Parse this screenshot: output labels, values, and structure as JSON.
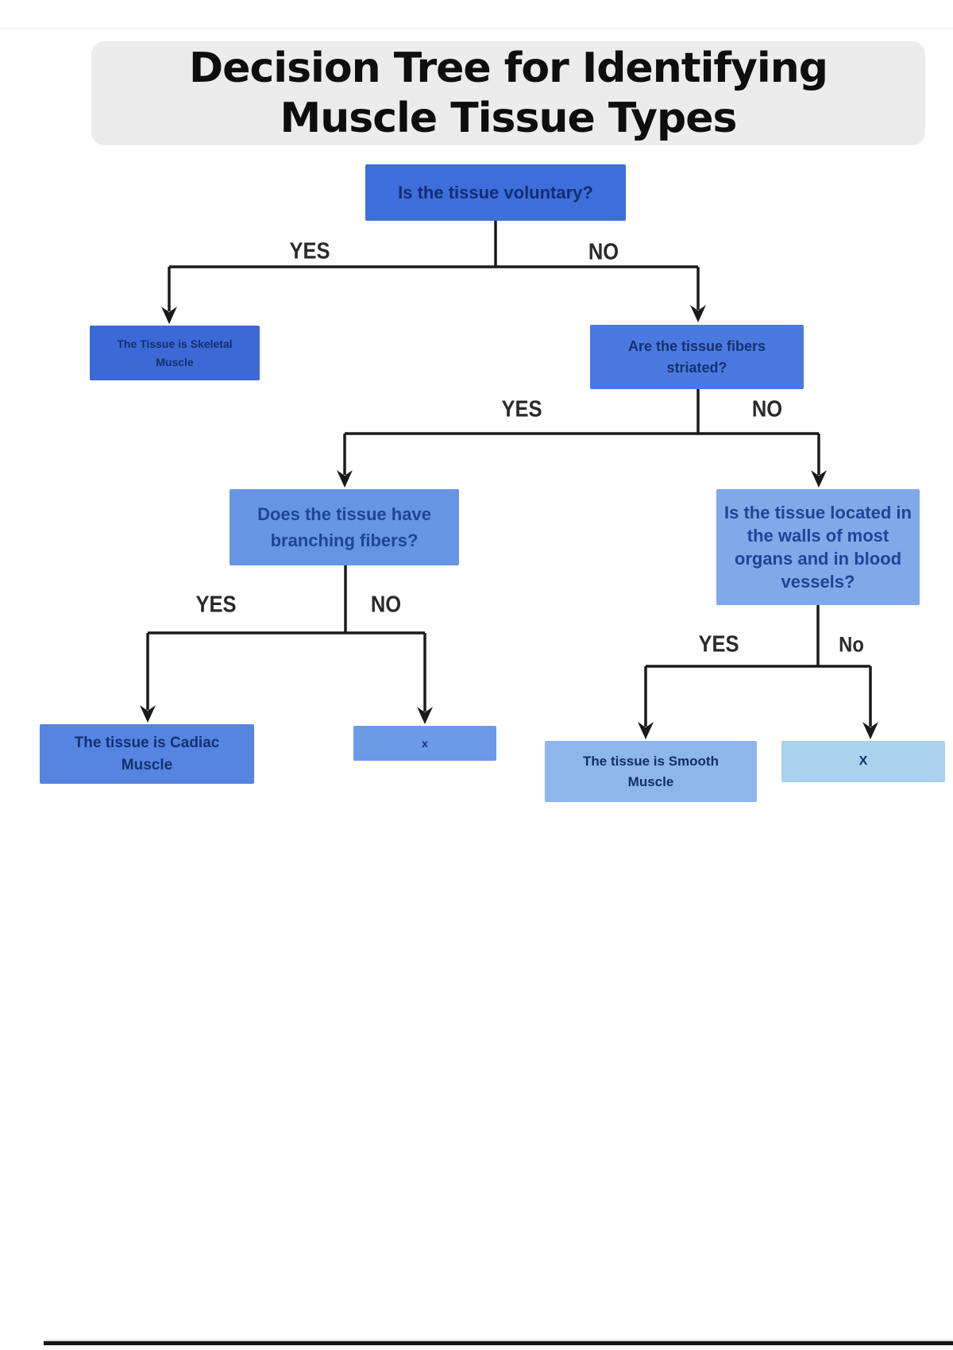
{
  "title": {
    "line1": "Decision Tree for Identifying",
    "line2": "Muscle Tissue Types"
  },
  "nodes": {
    "voluntary": {
      "text": "Is the tissue voluntary?"
    },
    "skeletal": {
      "text": "The Tissue is Skeletal\nMuscle"
    },
    "striated": {
      "text": "Are the tissue fibers\nstriated?"
    },
    "branching": {
      "text": "Does the tissue have\nbranching fibers?"
    },
    "walls": {
      "text": "Is the tissue located in\nthe walls of most\norgans and in blood\nvessels?"
    },
    "cardiac": {
      "text": "The tissue is Cadiac\nMuscle"
    },
    "x_left": {
      "text": "x"
    },
    "smooth": {
      "text": "The tissue is Smooth\nMuscle"
    },
    "x_right": {
      "text": "X"
    }
  },
  "edge_labels": {
    "voluntary_yes": "YES",
    "voluntary_no": "NO",
    "striated_yes": "YES",
    "striated_no": "NO",
    "branching_yes": "YES",
    "branching_no": "NO",
    "walls_yes": "YES",
    "walls_no": "No"
  },
  "colors": {
    "title_bg": "#ececec",
    "title_text": "#0e0e0e",
    "line": "#1a1a1a",
    "nodes": {
      "voluntary": {
        "bg": "#3d6edc",
        "text": "#132d72"
      },
      "skeletal": {
        "bg": "#3c69d6",
        "text": "#13306e"
      },
      "striated": {
        "bg": "#4a79df",
        "text": "#143173"
      },
      "branching": {
        "bg": "#6795e3",
        "text": "#1c4796"
      },
      "walls": {
        "bg": "#7fa9e8",
        "text": "#1c4796"
      },
      "cardiac": {
        "bg": "#5585e0",
        "text": "#143173"
      },
      "x_left": {
        "bg": "#6d9ae6",
        "text": "#143173"
      },
      "smooth": {
        "bg": "#8fb6ea",
        "text": "#123064"
      },
      "x_right": {
        "bg": "#a9d2ee",
        "text": "#123064"
      }
    }
  }
}
